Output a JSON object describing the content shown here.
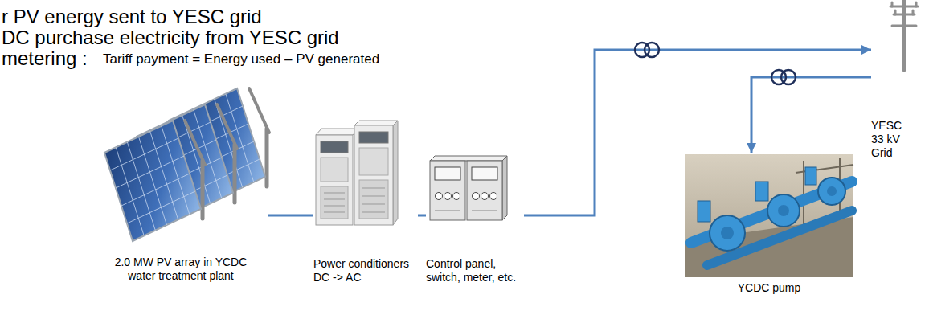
{
  "diagram": {
    "nodes": [
      {
        "text": [
          "2.0 MW PV array in YCDC water treatment plant"
        ]
      },
      {
        "text": [
          "Power conditioners DC -> AC"
        ]
      },
      {
        "text": [
          "Control panel, switch, meter, etc."
        ]
      },
      {
        "text": [
          "YESC 33 kV Grid"
        ]
      },
      {
        "text": [
          "YCDC pump"
        ]
      }
    ],
    "edges": [
      {
        "from": 0,
        "to": 1,
        "arrow": "none"
      },
      {
        "from": 1,
        "to": 2,
        "arrow": "none"
      },
      {
        "from": 2,
        "to": 3,
        "arrow": "to"
      },
      {
        "from": 3,
        "to": 4,
        "arrow": "to"
      }
    ],
    "labels": [
      "r PV energy sent to YESC grid",
      "DC purchase electricity from YESC grid",
      "metering :",
      "Tariff payment = Energy used – PV generated"
    ]
  }
}
